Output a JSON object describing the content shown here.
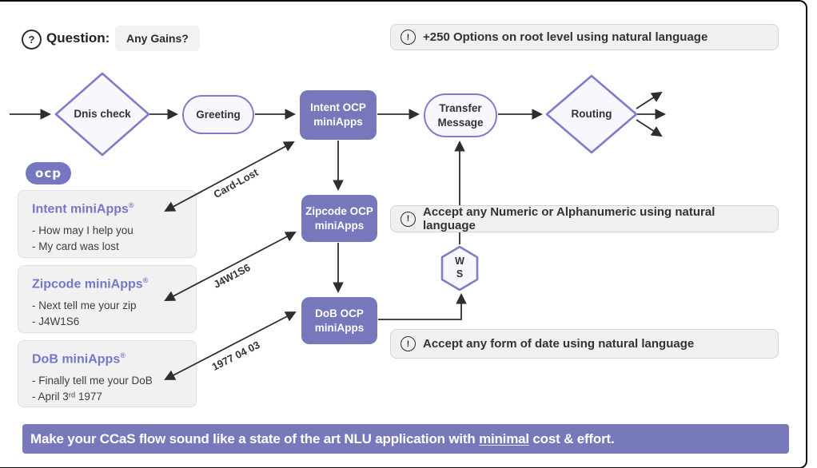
{
  "header": {
    "question_label": "Question:",
    "question_badge": "Any Gains?"
  },
  "callouts": [
    {
      "text": "+250 Options on root level using natural language"
    },
    {
      "text": "Accept any Numeric or Alphanumeric using natural language"
    },
    {
      "text": "Accept any form of date using natural language"
    }
  ],
  "flow": {
    "nodes": {
      "dnis": {
        "label": "Dnis check",
        "type": "diamond"
      },
      "greeting": {
        "label": "Greeting",
        "type": "pill"
      },
      "intent": {
        "label": "Intent OCP\nminiApps",
        "type": "solid"
      },
      "transfer": {
        "label": "Transfer\nMessage",
        "type": "pill"
      },
      "routing": {
        "label": "Routing",
        "type": "diamond"
      },
      "zipcode": {
        "label": "Zipcode OCP\nminiApps",
        "type": "solid"
      },
      "dob": {
        "label": "DoB OCP\nminiApps",
        "type": "solid"
      },
      "ws": {
        "label": "W\nS",
        "type": "hexagon"
      }
    },
    "edge_labels": [
      "Card-Lost",
      "J4W1S6",
      "1977 04 03"
    ]
  },
  "ocp_logo_text": "ocp",
  "miniapp_cards": [
    {
      "title": "Intent miniApps",
      "reg": "®",
      "items": [
        "- How may I help you",
        "- My card was lost"
      ]
    },
    {
      "title": "Zipcode miniApps",
      "reg": "®",
      "items": [
        "- Next tell me your zip",
        "- J4W1S6"
      ]
    },
    {
      "title": "DoB miniApps",
      "reg": "®",
      "items": [
        "- Finally tell me your DoB",
        "- April 3ʳᵈ 1977"
      ]
    }
  ],
  "banner": {
    "text_before": "Make your CCaS flow sound like a state of the art NLU application with ",
    "underlined": "minimal",
    "text_after": " cost & effort."
  },
  "colors": {
    "accent_purple": "#7678bb",
    "node_border": "#7b7ec8",
    "node_fill": "#f7f7fd",
    "callout_bg": "#f0f0f0",
    "banner_bg": "#7779ba",
    "arrow": "#2e2e2e"
  }
}
